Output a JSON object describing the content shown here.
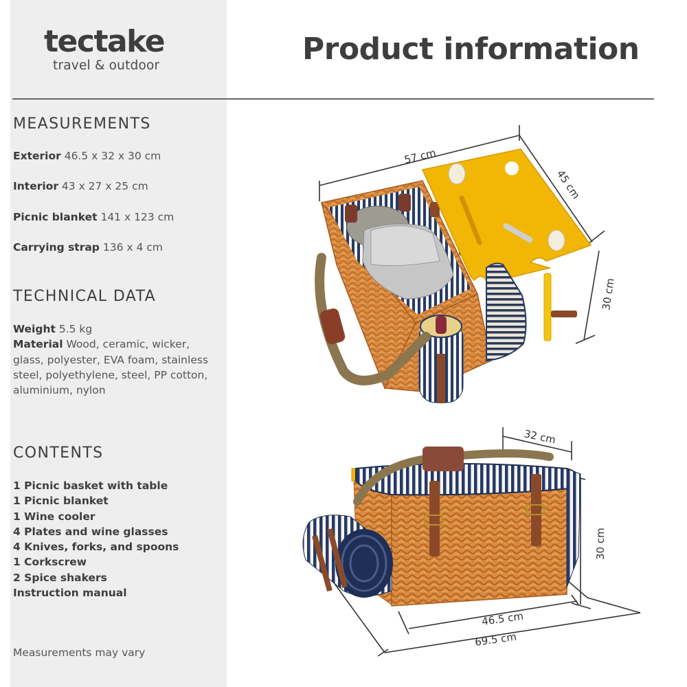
{
  "brand": {
    "name": "tectake",
    "tagline": "travel & outdoor"
  },
  "header": {
    "title": "Product information"
  },
  "measurements": {
    "title": "MEASUREMENTS",
    "items": [
      {
        "label": "Exterior",
        "value": "46.5 x 32 x 30 cm"
      },
      {
        "label": "Interior",
        "value": "43 x 27 x 25 cm"
      },
      {
        "label": "Picnic blanket",
        "value": "141 x 123 cm"
      },
      {
        "label": "Carrying strap",
        "value": "136 x 4 cm"
      }
    ]
  },
  "technical_data": {
    "title": "TECHNICAL DATA",
    "weight": {
      "label": "Weight",
      "value": "5.5 kg"
    },
    "material": {
      "label": "Material",
      "value": "Wood, ceramic, wicker, glass, polyester, EVA foam, stainless steel, polyethylene, steel, PP cotton, aluminium, nylon"
    }
  },
  "contents": {
    "title": "CONTENTS",
    "items": [
      "1 Picnic basket with table",
      "1 Picnic blanket",
      "1 Wine cooler",
      "4 Plates and wine glasses",
      "4 Knives, forks, and spoons",
      "1 Corkscrew",
      "2 Spice shakers",
      "Instruction manual"
    ]
  },
  "footnote": "Measurements may vary",
  "figures": {
    "open_basket": {
      "width_label": "57 cm",
      "depth_label": "45 cm",
      "height_label": "30 cm"
    },
    "closed_basket": {
      "depth_label": "32 cm",
      "height_label": "30 cm",
      "length_label": "46.5 cm",
      "total_length_label": "69.5 cm"
    }
  },
  "colors": {
    "sidebar_bg": "#eeeeee",
    "text": "#3e3e3e",
    "wicker": "#d98b3f",
    "table_yellow": "#f2b705",
    "navy_stripe": "#263a66",
    "leather": "#8a4a2a"
  }
}
